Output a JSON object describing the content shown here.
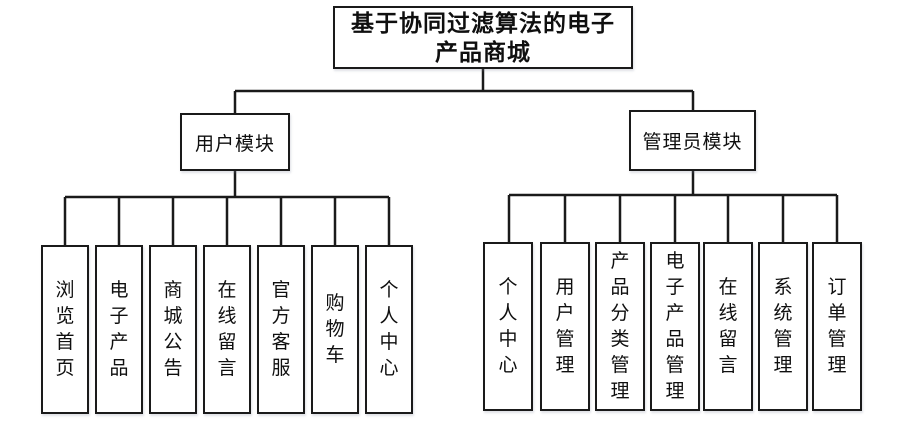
{
  "diagram": {
    "root": {
      "label": "基于协同过滤算法的电子产品商城",
      "line1": "基于协同过滤算法的电子",
      "line2": "产品商城"
    },
    "modules": [
      {
        "label": "用户模块",
        "children": [
          "浏览首页",
          "电子产品",
          "商城公告",
          "在线留言",
          "官方客服",
          "购物车",
          "个人中心"
        ]
      },
      {
        "label": "管理员模块",
        "children": [
          "个人中心",
          "用户管理",
          "产品分类管理",
          "电子产品管理",
          "在线留言",
          "系统管理",
          "订单管理"
        ]
      }
    ],
    "colors": {
      "line": "#1a1a1a",
      "box_border": "#1a1a1a",
      "box_fill": "#ffffff",
      "text": "#0f0f0f",
      "background": "#ffffff"
    }
  }
}
